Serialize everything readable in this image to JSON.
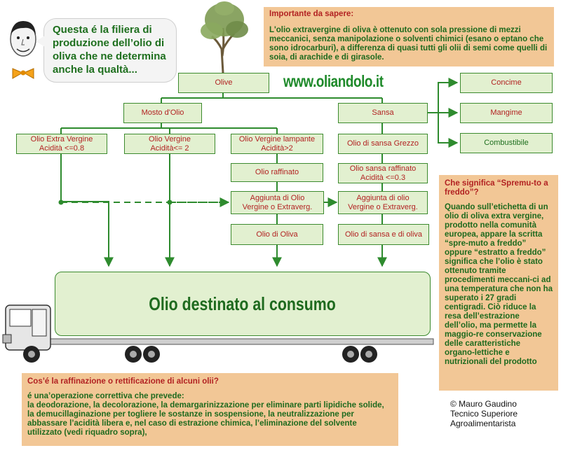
{
  "bubble_text": "Questa é la filiera di produzione dell’olio di oliva che ne determina anche la qualtà...",
  "site": "www.oliandolo.it",
  "nodes": {
    "olive": "Olive",
    "mosto": "Mosto d'Olio",
    "sansa": "Sansa",
    "extra_vergine": "Olio Extra Vergine\nAcidità <=0.8",
    "vergine": "Olio Vergine\nAcidità<= 2",
    "lampante": "Olio Vergine lampante\nAcidità>2",
    "sansa_grezzo": "Olio di sansa Grezzo",
    "raffinato": "Olio raffinato",
    "sansa_raffinato": "Olio sansa raffinato\nAcidità <=0.3",
    "aggiunta_1": "Aggiunta di Olio\nVergine o Extraverg.",
    "aggiunta_2": "Aggiunta di olio\nVergine o Extraverg.",
    "olio_di_oliva": "Olio di Oliva",
    "olio_sansa_oliva": "Olio di sansa e di oliva",
    "concime": "Concime",
    "mangime": "Mangime",
    "combustibile": "Combustibile"
  },
  "cargo_label": "Olio destinato al consumo",
  "notes": {
    "importante": {
      "heading": "Importante da sapere:",
      "body": "L'olio extravergine di oliva è  ottenuto con sola pressione di mezzi meccanici, senza manipolazione o solventi chimici (esano o eptano che sono idrocarburi), a differenza di quasi tutti gli olii di semi come quelli di soia, di arachide e di girasole."
    },
    "spremuto": {
      "heading": "Che significa “Spremu-to a freddo”?",
      "body": "Quando sull’etichetta di un olio di oliva  extra vergine, prodotto nella comunità europea, appare la scritta “spre-muto a freddo” oppure “estratto a freddo” significa che l’olio  è stato ottenuto tramite procedimenti meccani-ci ad una temperatura che non ha superato i 27 gradi centigradi. Ciò riduce la resa dell’estrazione dell’olio, ma permette la maggio-re conservazione delle caratteristiche organo-lettiche e nutrizionali del prodotto"
    },
    "raffinazione": {
      "heading": "Cos’é la raffinazione o rettificazione di alcuni olii?",
      "body": "é una’operazione correttiva che prevede:\nla deodorazione, la decolorazione, la demargarinizzazione per eliminare parti lipidiche solide, la demucillaginazione  per togliere le sostanze in sospensione, la neutralizzazione per abbassare l’acidità libera e, nel caso di estrazione chimica, l’eliminazione del solvente utilizzato (vedi riquadro sopra),"
    }
  },
  "credit": [
    "© Mauro Gaudino",
    "Tecnico Superiore",
    "Agroalimentarista"
  ],
  "colors": {
    "node_fill": "#e2f0d0",
    "node_border": "#3c8a2e",
    "note_fill": "#f2c796",
    "red_text": "#b22222",
    "green_text": "#1e6a1e"
  }
}
